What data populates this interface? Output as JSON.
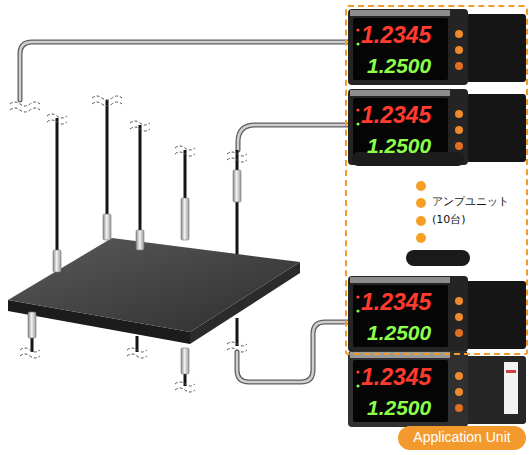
{
  "diagram": {
    "nodes": [
      {
        "text": [
          "アンプユニット",
          "(10台)"
        ]
      },
      {
        "text": [
          "1.2345",
          "1.2500"
        ],
        "in": 0
      },
      {
        "text": [
          "1.2345",
          "1.2500"
        ],
        "in": 0
      },
      {
        "text": [
          "1.2345",
          "1.2500"
        ],
        "in": 0
      },
      {
        "text": [
          "1.2345",
          "1.2500"
        ]
      },
      {
        "text": [
          "Application Unit"
        ]
      }
    ]
  }
}
